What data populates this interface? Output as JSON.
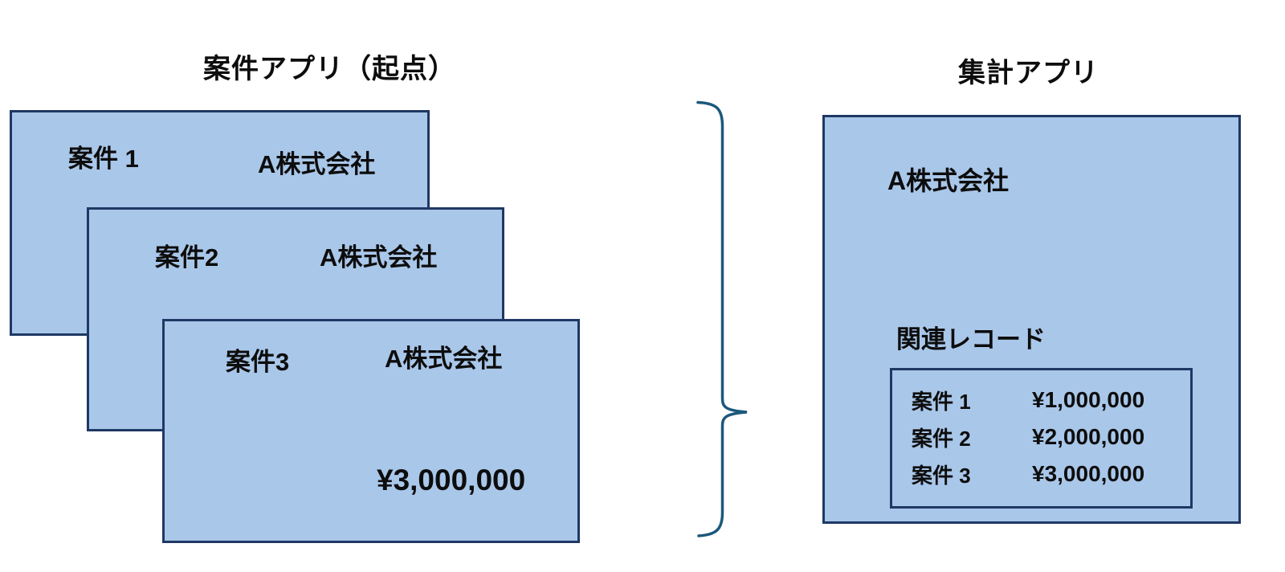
{
  "titles": {
    "source_app": "案件アプリ（起点）",
    "summary_app": "集計アプリ"
  },
  "source_app": {
    "cards": [
      {
        "label": "案件 1",
        "company": "A株式会社"
      },
      {
        "label": "案件2",
        "company": "A株式会社"
      },
      {
        "label": "案件3",
        "company": "A株式会社",
        "amount": "¥3,000,000"
      }
    ]
  },
  "summary_app": {
    "company": "A株式会社",
    "related_records_label": "関連レコード",
    "records": [
      {
        "label": "案件 1",
        "amount": "¥1,000,000"
      },
      {
        "label": "案件 2",
        "amount": "¥2,000,000"
      },
      {
        "label": "案件 3",
        "amount": "¥3,000,000"
      }
    ]
  },
  "colors": {
    "card_fill": "#A9C7E9",
    "card_border": "#1F3864",
    "brace": "#1B587C",
    "text": "#0d0d0d"
  }
}
